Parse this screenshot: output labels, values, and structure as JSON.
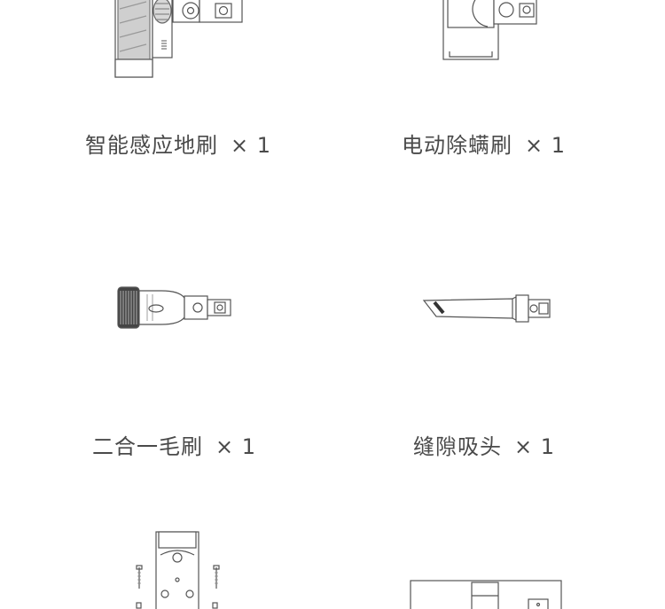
{
  "items": [
    {
      "name": "智能感应地刷",
      "qty": "× 1"
    },
    {
      "name": "电动除螨刷",
      "qty": "× 1"
    },
    {
      "name": "二合一毛刷",
      "qty": "× 1"
    },
    {
      "name": "缝隙吸头",
      "qty": "× 1"
    }
  ]
}
